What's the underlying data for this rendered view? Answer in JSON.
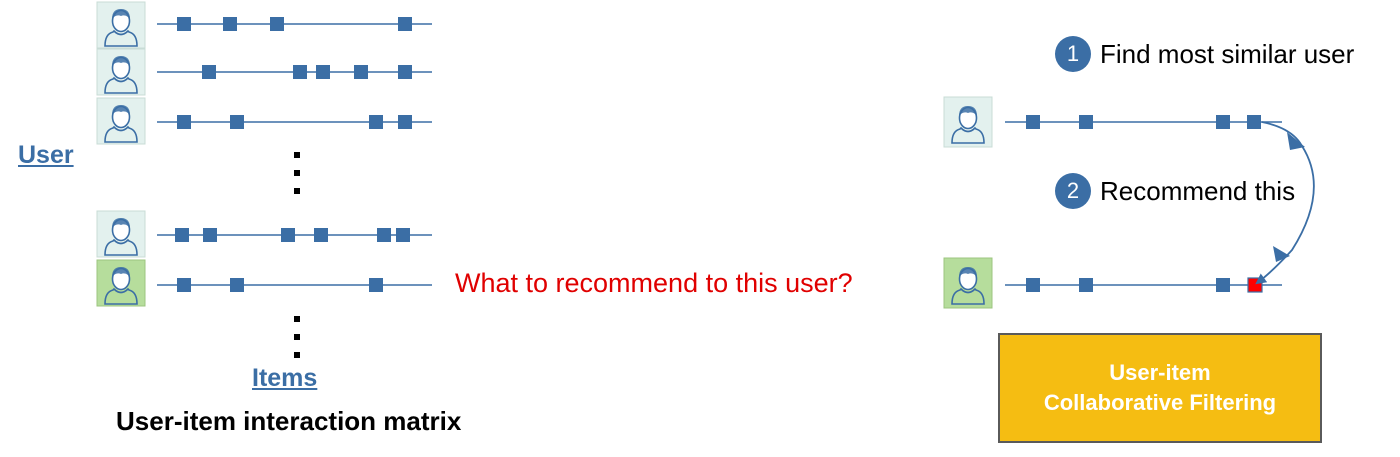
{
  "labels": {
    "user_axis": "User",
    "items_axis": "Items",
    "matrix_caption": "User-item interaction matrix",
    "question": "What to recommend to this user?"
  },
  "steps": [
    {
      "number": "1",
      "text": "Find most similar user"
    },
    {
      "number": "2",
      "text": "Recommend this"
    }
  ],
  "method_box": {
    "line1": "User-item",
    "line2": "Collaborative Filtering"
  },
  "colors": {
    "item_square": "#3b6ea5",
    "timeline": "#3b6ea5",
    "recommended_item": "#ff0000",
    "question_text": "#e00000",
    "method_box_fill": "#f5bd12",
    "avatar_default_bg": "#e3f1ee",
    "avatar_target_bg": "#b6dd9c"
  },
  "icons": {
    "user": "user-avatar-icon",
    "target_user": "target-user-avatar-icon",
    "recommendation_arrow": "curved-arrow-icon",
    "ellipsis": "vertical-ellipsis-icon"
  }
}
